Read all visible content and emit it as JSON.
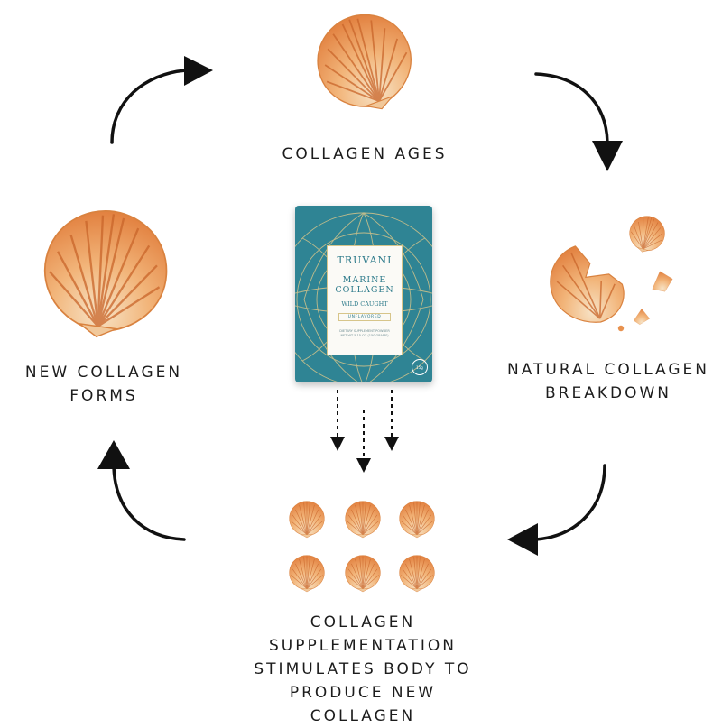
{
  "steps": {
    "top": [
      "COLLAGEN AGES"
    ],
    "right": [
      "NATURAL COLLAGEN",
      "BREAKDOWN"
    ],
    "bottom": [
      "COLLAGEN",
      "SUPPLEMENTATION",
      "STIMULATES BODY TO",
      "PRODUCE NEW",
      "COLLAGEN"
    ],
    "left": [
      "NEW COLLAGEN",
      "FORMS"
    ]
  },
  "product": {
    "brand": "TRUVANI",
    "name_lines": [
      "MARINE",
      "COLLAGEN"
    ],
    "subtitle": "WILD CAUGHT",
    "flavor": "UNFLAVORED",
    "fine_print": [
      "DIETARY SUPPLEMENT POWDER",
      "NET WT 5.15 OZ (150 GRAMS)"
    ],
    "badge": "15g"
  },
  "colors": {
    "pouch": "#2f8494",
    "pouch_gold": "#d7c58a",
    "shell_orange": "#e8884a",
    "shell_light": "#f6d7b0",
    "arrow": "#111111"
  },
  "icons": {
    "cycle_arrows": "curved-arrow-icon",
    "flow_arrows": "dashed-down-arrow-icon",
    "shells": "scallop-shell-icon"
  }
}
